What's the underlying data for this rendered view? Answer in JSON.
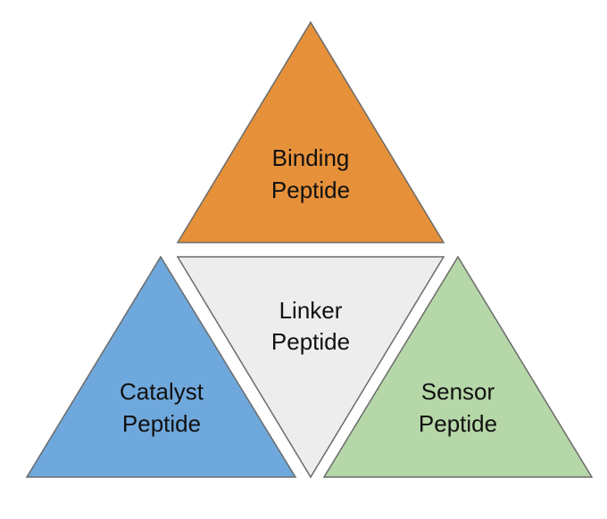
{
  "diagram": {
    "triangles": {
      "binding": {
        "line1": "Binding",
        "line2": "Peptide",
        "color": "#E6913A"
      },
      "linker": {
        "line1": "Linker",
        "line2": "Peptide",
        "color": "#EDEDED"
      },
      "catalyst": {
        "line1": "Catalyst",
        "line2": "Peptide",
        "color": "#6FA8DC"
      },
      "sensor": {
        "line1": "Sensor",
        "line2": "Peptide",
        "color": "#B6D7A8"
      }
    },
    "stroke_color": "#6B6B6B"
  }
}
